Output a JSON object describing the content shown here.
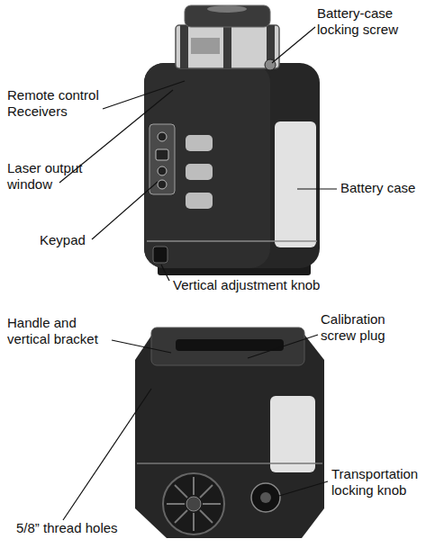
{
  "diagram": {
    "labels": [
      "Battery-case locking screw",
      "Remote control Receivers",
      "Laser output window",
      "Keypad",
      "Battery case",
      "Vertical adjustment knob",
      "Handle and vertical bracket",
      "Calibration screw plug",
      "Transportation locking knob",
      "5/8” thread holes"
    ]
  }
}
